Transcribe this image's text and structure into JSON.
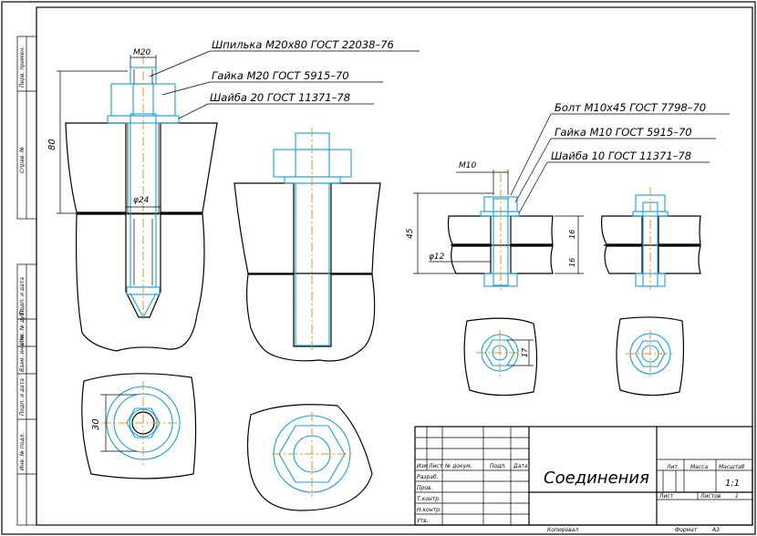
{
  "colors": {
    "line": "#000000",
    "part": "#1a9fd6",
    "center": "#e8902a"
  },
  "stud_joint": {
    "callouts": [
      "Шпилька М20х80 ГОСТ 22038–76",
      "Гайка М20 ГОСТ 5915–70",
      "Шайба 20 ГОСТ 11371–78"
    ],
    "dims": {
      "thread": "М20",
      "length": "80",
      "hole": "φ24",
      "wrench": "30"
    }
  },
  "bolt_joint": {
    "callouts": [
      "Болт М10х45 ГОСТ 7798–70",
      "Гайка М10 ГОСТ 5915–70",
      "Шайба 10 ГОСТ 11371–78"
    ],
    "dims": {
      "thread": "М10",
      "length": "45",
      "hole": "φ12",
      "t1": "16",
      "t2": "16",
      "wrench": "17"
    }
  },
  "title_block": {
    "title": "Соединения",
    "rows": [
      "Изм",
      "Лист",
      "№ докум.",
      "Подп.",
      "Дата",
      "Разраб.",
      "Пров.",
      "Т.контр.",
      "Н.контр.",
      "Утв."
    ],
    "cols": [
      "Лит.",
      "Масса",
      "Масштаб"
    ],
    "scale": "1:1",
    "sheet": "Лист",
    "sheets": "Листов",
    "sheets_count": "1",
    "copied": "Копировал",
    "format": "Формат",
    "format_value": "А3"
  },
  "side_stamps": [
    "Перв. примен.",
    "Справ. №",
    "Подп. и дата",
    "Инв. № дубл.",
    "Взам. инв. №",
    "Подп. и дата",
    "Инв. № подл."
  ]
}
